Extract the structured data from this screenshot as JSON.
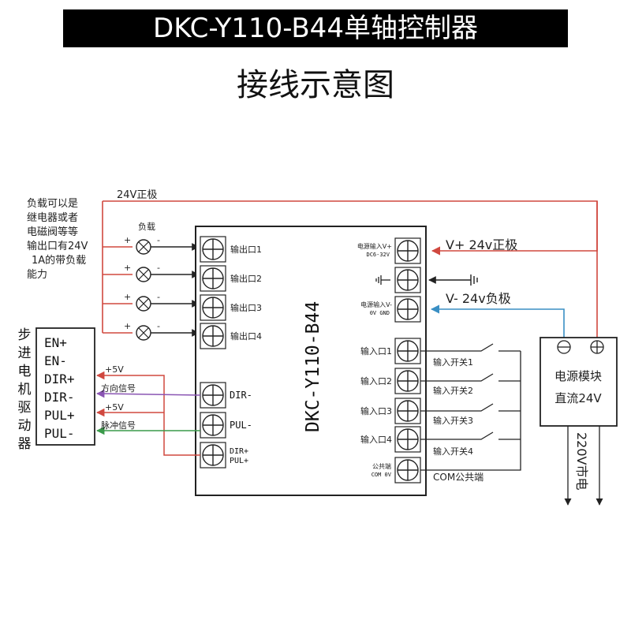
{
  "header": {
    "title": "DKC-Y110-B44单轴控制器",
    "subtitle": "接线示意图"
  },
  "controller": {
    "model": "DKC-Y110-B44",
    "left_terminals": [
      "输出口1",
      "输出口2",
      "输出口3",
      "输出口4"
    ],
    "dir_terminal": "DIR-",
    "pul_terminal": "PUL-",
    "dirpul_plus_terminal": [
      "DIR+",
      "PUL+"
    ],
    "power_in_plus": [
      "电源输入V+",
      "DC6-32V"
    ],
    "power_in_minus": [
      "电源输入V-",
      "0V GND"
    ],
    "right_inputs": [
      "输入口1",
      "输入口2",
      "输入口3",
      "输入口4"
    ],
    "common": [
      "公共端",
      "COM 0V"
    ]
  },
  "load_note": [
    "负载可以是",
    "继电器或者",
    "电磁阀等等",
    "输出口有24V",
    "1A的带负载",
    "能力"
  ],
  "load_label": "负载",
  "plus_sign": "+",
  "minus_sign": "-",
  "positive_24v_label": "24V正极",
  "vplus_label": "V+  24v正极",
  "vminus_label": "V-  24v负极",
  "driver": {
    "title": "步进电机驱动器",
    "terminals": [
      "EN+",
      "EN-",
      "DIR+",
      "DIR-",
      "PUL+",
      "PUL-"
    ]
  },
  "signal_labels": {
    "plus5v_1": "+5V",
    "direction": "方向信号",
    "plus5v_2": "+5V",
    "pulse": "脉冲信号"
  },
  "switches": [
    "输入开关1",
    "输入开关2",
    "输入开关3",
    "输入开关4"
  ],
  "com_label": "COM公共端",
  "power_module": {
    "line1": "电源模块",
    "line2": "直流24V",
    "mains": "220V市电"
  },
  "colors": {
    "red_wire": "#d0483f",
    "blue_wire": "#3a8fc4",
    "purple_wire": "#8a55b3",
    "green_wire": "#3a9a4a",
    "black_wire": "#222222"
  }
}
